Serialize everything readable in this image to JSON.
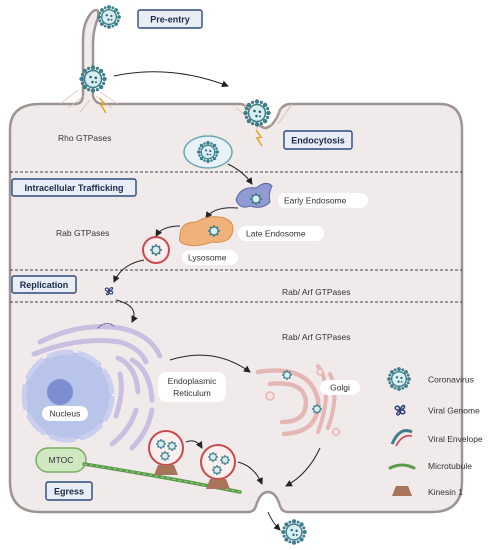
{
  "stages": {
    "pre_entry": "Pre-entry",
    "endocytosis": "Endocytosis",
    "intracellular_trafficking": "Intracellular Trafficking",
    "replication": "Replication",
    "egress": "Egress"
  },
  "gtpases": {
    "rho": "Rho GTPases",
    "rab": "Rab GTPases",
    "rab_arf_1": "Rab/ Arf GTPases",
    "rab_arf_2": "Rab/ Arf GTPases"
  },
  "compartments": {
    "early_endosome": "Early Endosome",
    "late_endosome": "Late Endosome",
    "lysosome": "Lysosome",
    "nucleus": "Nucleus",
    "er_line1": "Endoplasmic",
    "er_line2": "Reticulum",
    "golgi": "Golgi",
    "mtoc": "MTOC"
  },
  "legend": [
    {
      "icon": "coronavirus-icon",
      "label": "Coronavirus"
    },
    {
      "icon": "viral-genome-icon",
      "label": "Viral Genome"
    },
    {
      "icon": "viral-envelope-icon",
      "label": "Viral Envelope"
    },
    {
      "icon": "microtubule-icon",
      "label": "Microtubule"
    },
    {
      "icon": "kinesin-icon",
      "label": "Kinesin 1"
    }
  ],
  "colors": {
    "cell_fill": "#f0ebea",
    "cell_stroke": "#9d9593",
    "stage_box_fill": "#e8edf6",
    "stage_box_stroke": "#2f4a7c",
    "virus": "#3f7f8a",
    "early_endosome": "#8f9bd2",
    "late_endosome": "#f0b27a",
    "lysosome_stroke": "#c9494f",
    "nucleus": "#b9c4ea",
    "er": "#c9bfe0",
    "golgi": "#e4b7b5",
    "mtoc": "#cfe8c2",
    "microtubule": "#5a9b4a",
    "kinesin": "#a8745a"
  }
}
